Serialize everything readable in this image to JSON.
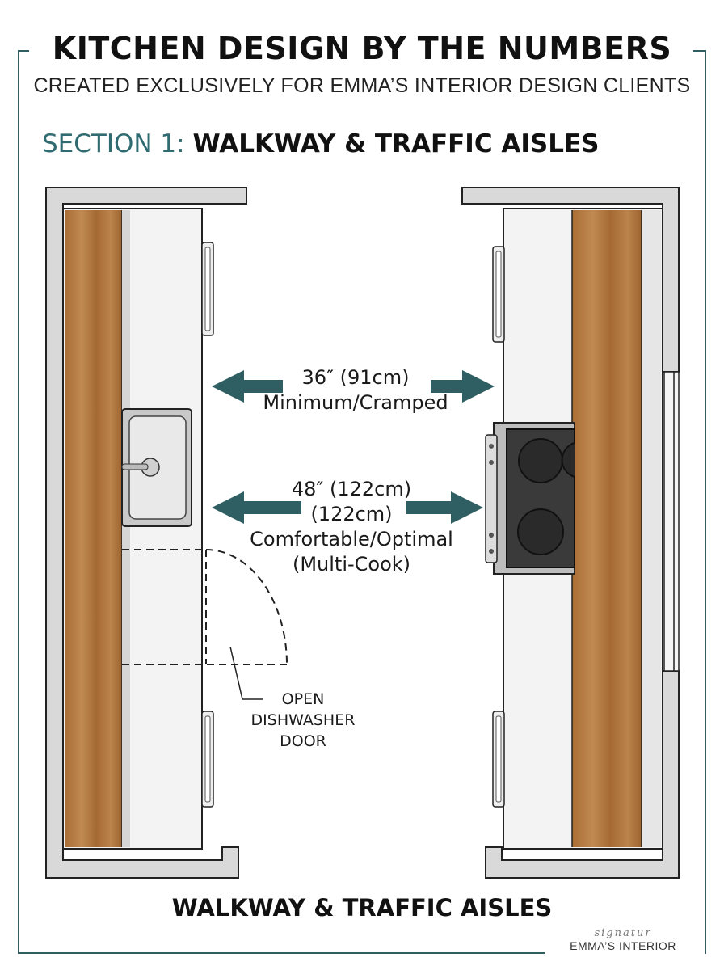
{
  "header": {
    "title": "KITCHEN DESIGN BY THE NUMBERS",
    "subtitle": "CREATED EXCLUSIVELY FOR EMMA’S INTERIOR DESIGN CLIENTS"
  },
  "section": {
    "number_label": "SECTION 1:",
    "name": "WALKWAY & TRAFFIC AISLES"
  },
  "dimensions": [
    {
      "line1": "36″ (91cm)",
      "line2": "Minimum/Cramped"
    },
    {
      "line1": "48″ (122cm)",
      "line2": "(122cm)",
      "line3": "Comfortable/Optimal",
      "line4": "(Multi-Cook)"
    }
  ],
  "callout": {
    "line1": "OPEN",
    "line2": "DISHWASHER",
    "line3": "DOOR"
  },
  "footer": {
    "title": "WALKWAY & TRAFFIC AISLES"
  },
  "signature": {
    "script": "signatur",
    "brand": "EMMA’S INTERIOR"
  },
  "colors": {
    "accent_teal": "#2f6b70",
    "frame": "#2f5f63",
    "wall_gray": "#d9d9d9",
    "wood": "#b27a42",
    "cooktop": "#3a3a3a",
    "arrow": "#2f5f63"
  }
}
